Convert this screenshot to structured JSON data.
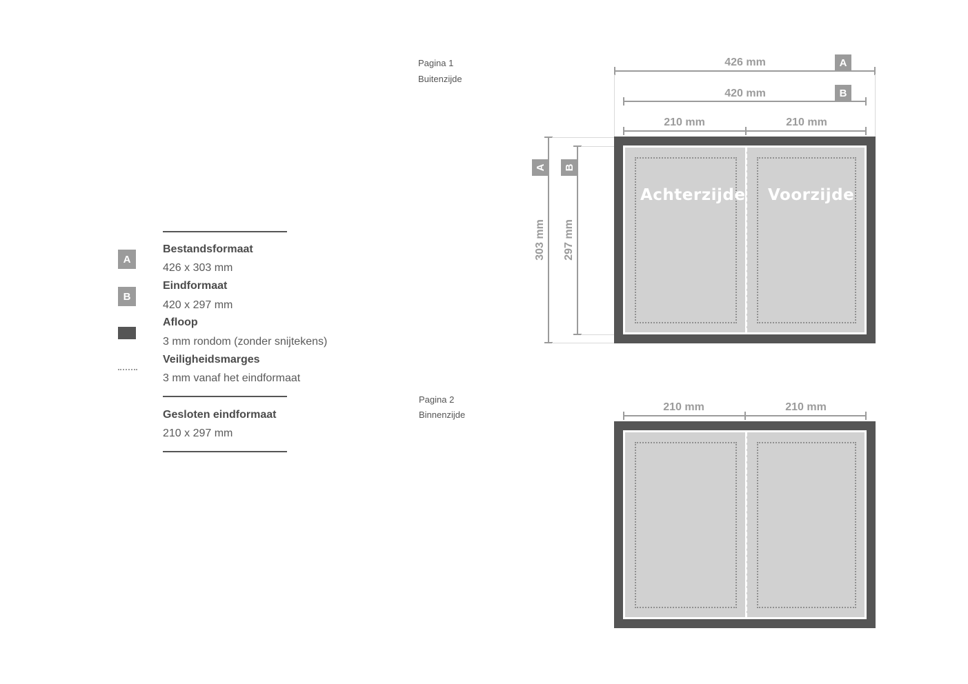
{
  "legend": {
    "items": [
      {
        "badge": "A",
        "title": "Bestandsformaat",
        "text": "426 x 303 mm"
      },
      {
        "badge": "B",
        "title": "Eindformaat",
        "text": "420 x 297 mm"
      },
      {
        "badge": "",
        "title": "Afloop",
        "text": "3 mm rondom (zonder snijtekens)"
      },
      {
        "badge": "",
        "title": "Veiligheidsmarges",
        "text": "3 mm vanaf het eindformaat"
      }
    ],
    "closed": {
      "title": "Gesloten eindformaat",
      "text": "210 x 297 mm"
    }
  },
  "page1": {
    "label": "Pagina 1",
    "sublabel": "Buitenzijde",
    "dim_a_width": "426 mm",
    "dim_b_width": "420 mm",
    "dim_left_panel": "210 mm",
    "dim_right_panel": "210 mm",
    "dim_a_height": "303 mm",
    "dim_b_height": "297 mm",
    "badge_a": "A",
    "badge_b": "B",
    "panel_left_title": "Achterzijde",
    "panel_right_title": "Voorzijde"
  },
  "page2": {
    "label": "Pagina 2",
    "sublabel": "Binnenzijde",
    "dim_left_panel": "210 mm",
    "dim_right_panel": "210 mm"
  },
  "colors": {
    "bleed": "#555555",
    "badge": "#9b9b9b",
    "panel": "#d1d1d1",
    "dimension": "#9b9b9b"
  }
}
